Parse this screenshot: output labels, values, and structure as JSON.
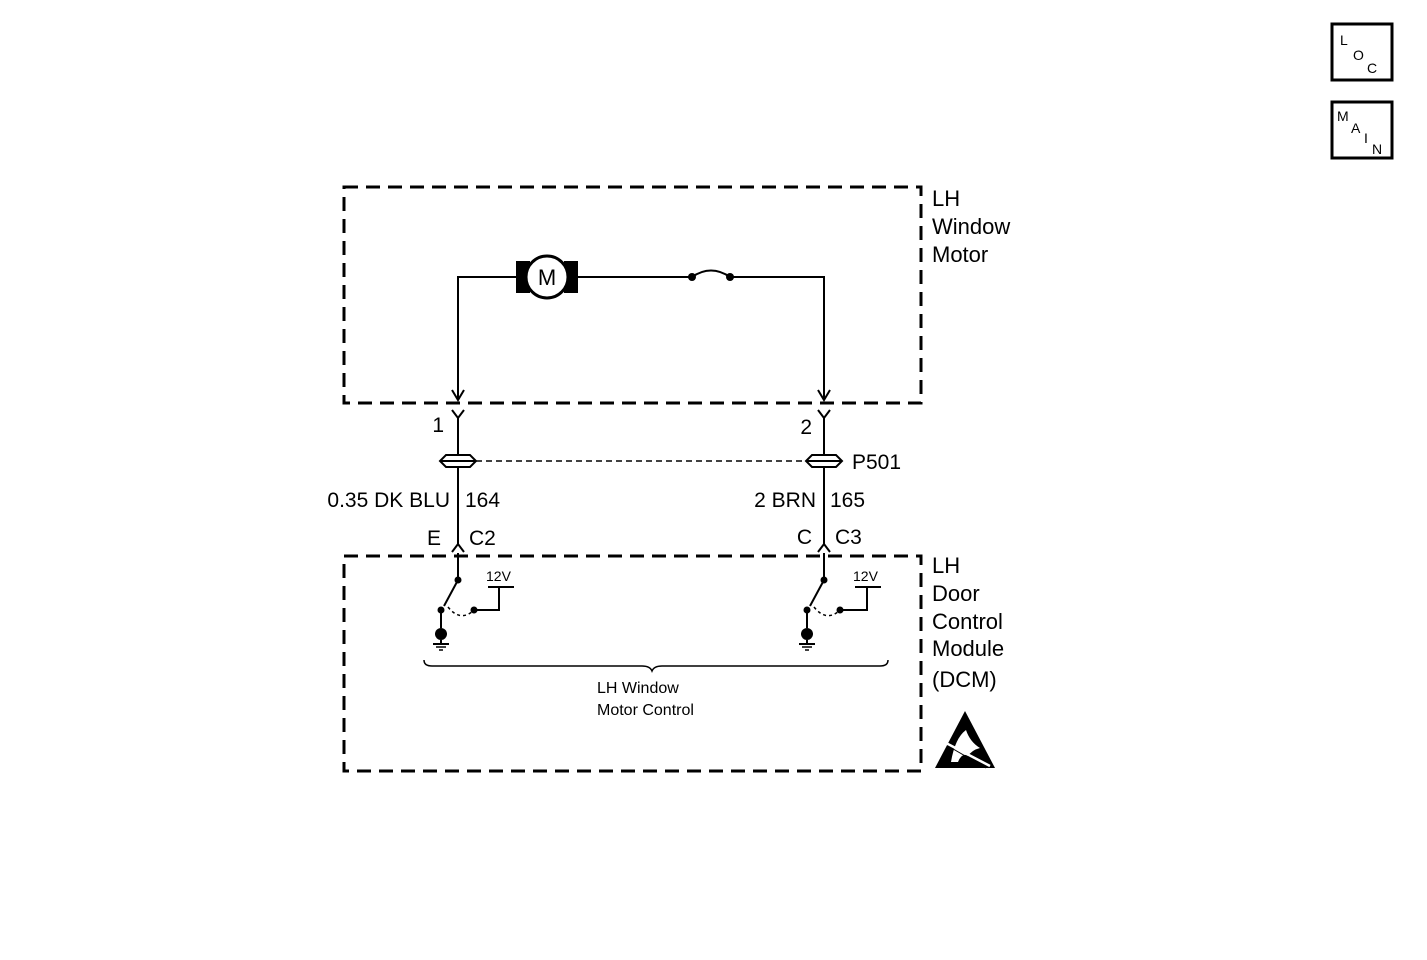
{
  "nav": {
    "loc": [
      "L",
      "O",
      "C"
    ],
    "main": [
      "M",
      "A",
      "I",
      "N"
    ]
  },
  "motor": {
    "name_lines": [
      "LH",
      "Window",
      "Motor"
    ],
    "symbol": "M"
  },
  "module": {
    "name_lines": [
      "LH",
      "Door",
      "Control",
      "Module",
      "(DCM)"
    ],
    "supply_left": "12V",
    "supply_right": "12V",
    "function_lines": [
      "LH Window",
      "Motor Control"
    ],
    "esd_icon": "esd-sensitive-warning-icon"
  },
  "left_circuit": {
    "motor_pin": "1",
    "wire_color": "0.35 DK BLU",
    "circuit_number": "164",
    "module_pin": "E",
    "module_connector": "C2"
  },
  "right_circuit": {
    "motor_pin": "2",
    "wire_color": "2 BRN",
    "circuit_number": "165",
    "module_pin": "C",
    "module_connector": "C3"
  },
  "harness_connector": "P501"
}
